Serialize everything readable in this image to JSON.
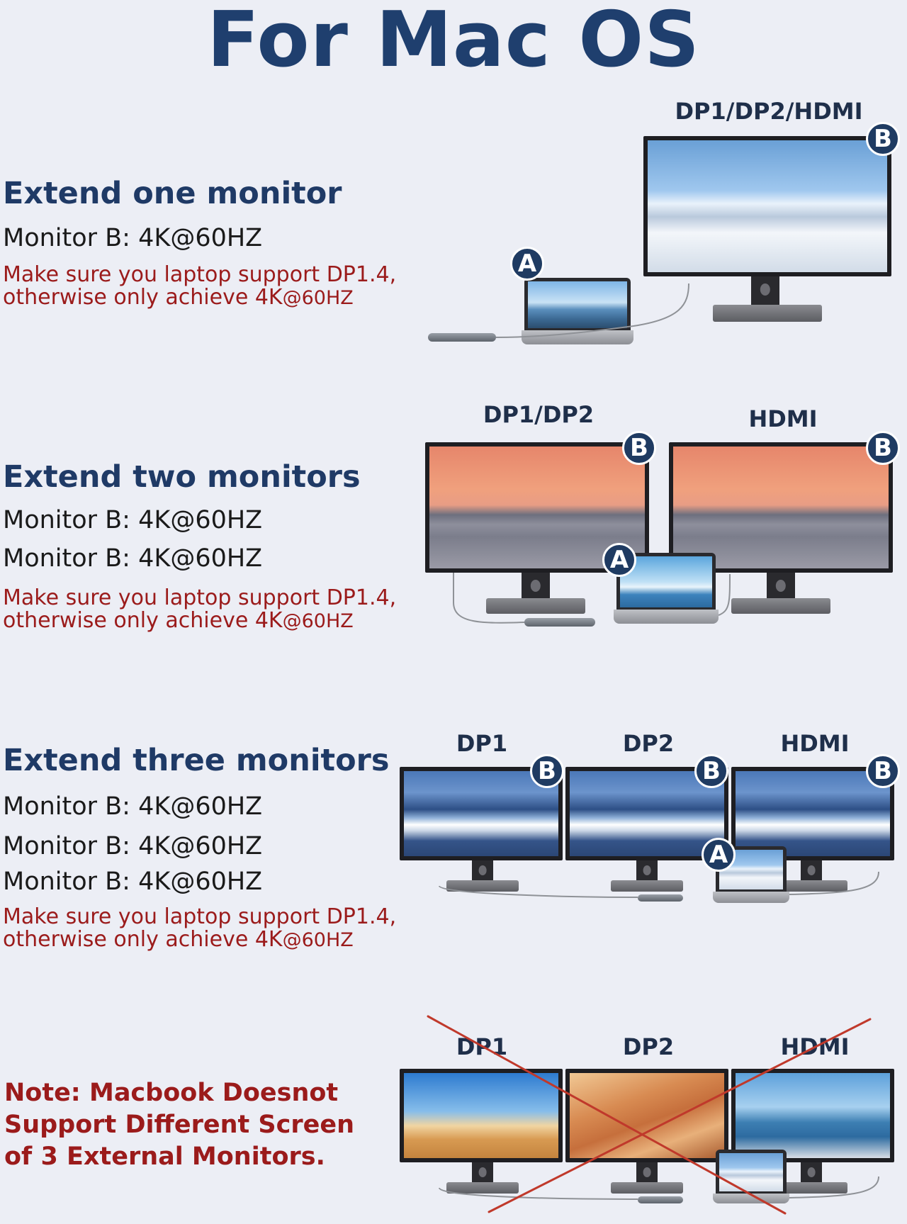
{
  "title": "For Mac OS",
  "sections": [
    {
      "heading": "Extend one monitor",
      "specs": [
        "Monitor B: 4K@60HZ"
      ],
      "warning_line1": "Make sure you laptop support DP1.4,",
      "warning_line2_main": "otherwise only achieve 4K",
      "warning_line2_small": "@60HZ",
      "ports": [
        "DP1/DP2/HDMI"
      ]
    },
    {
      "heading": "Extend two monitors",
      "specs": [
        "Monitor B: 4K@60HZ",
        "Monitor B: 4K@60HZ"
      ],
      "warning_line1": "Make sure you laptop support DP1.4,",
      "warning_line2_main": "otherwise only achieve 4K",
      "warning_line2_small": "@60HZ",
      "ports": [
        "DP1/DP2",
        "HDMI"
      ]
    },
    {
      "heading": "Extend three monitors",
      "specs": [
        "Monitor B: 4K@60HZ",
        "Monitor B: 4K@60HZ",
        "Monitor B: 4K@60HZ"
      ],
      "warning_line1": "Make sure you laptop support DP1.4,",
      "warning_line2_main": "otherwise only achieve 4K",
      "warning_line2_small": "@60HZ",
      "ports": [
        "DP1",
        "DP2",
        "HDMI"
      ]
    },
    {
      "note_lines": [
        "Note: Macbook Doesnot",
        "Support Different Screen",
        "of 3 External Monitors."
      ],
      "ports": [
        "DP1",
        "DP2",
        "HDMI"
      ]
    }
  ],
  "badges": {
    "monitor": "B",
    "laptop": "A"
  },
  "colors": {
    "title": "#1f3f6e",
    "heading": "#1f3a66",
    "warning": "#9b1b1b",
    "badge": "#1f3b62",
    "cross": "#c0392b",
    "background": "#eceef5"
  }
}
